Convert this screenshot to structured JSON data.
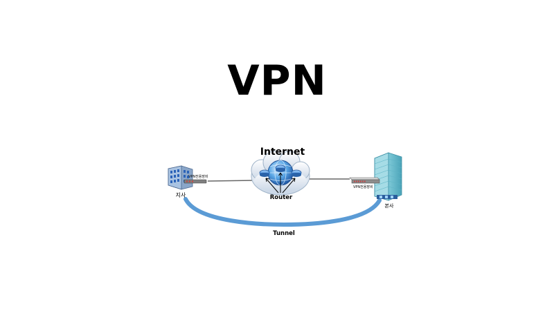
{
  "slide": {
    "title": "VPN"
  },
  "diagram": {
    "internet_label": "Internet",
    "router_label": "Router",
    "tunnel_label": "Tunnel",
    "branch_label": "지사",
    "branch_device_label": "VPN전용장비",
    "hq_label": "본사",
    "hq_device_label": "VPN전용장비",
    "tunnel_color": "#5b9bd5",
    "cloud_color": "#dde7f2"
  }
}
